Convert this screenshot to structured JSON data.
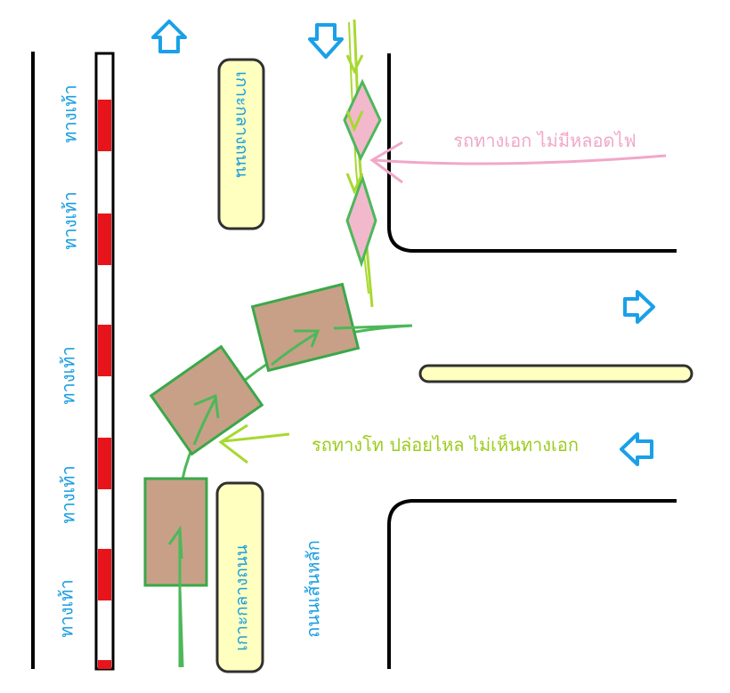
{
  "labels": {
    "sidewalk": "ทางเท้า",
    "median": "เกาะกลางถนน",
    "main_road": "ถนนเส้นหลัก",
    "minor_road_note": "รถทางเอก ไม่มีหลอดไฟ",
    "side_road_note": "รถทางโท ปล่อยไหล ไม่เห็นทางเอก"
  },
  "colors": {
    "road_line": "#000000",
    "curb_red": "#e8141c",
    "median_fill": "#ffffc0",
    "median_stroke": "#303030",
    "car_fill": "#c8a087",
    "car_stroke": "#3aa84a",
    "path_green": "#a8d830",
    "main_path_green": "#4cb85a",
    "pink": "#f0a8c8",
    "pink_fill": "#f2b8cc",
    "arrow_blue": "#1aa0e8",
    "label_blue": "#1a9ee0",
    "label_green": "#9ccc1c"
  },
  "arrows": [
    {
      "name": "arrow-up-icon",
      "dir": "up"
    },
    {
      "name": "arrow-down-icon",
      "dir": "down"
    },
    {
      "name": "arrow-right-icon",
      "dir": "right"
    },
    {
      "name": "arrow-left-icon",
      "dir": "left"
    }
  ]
}
